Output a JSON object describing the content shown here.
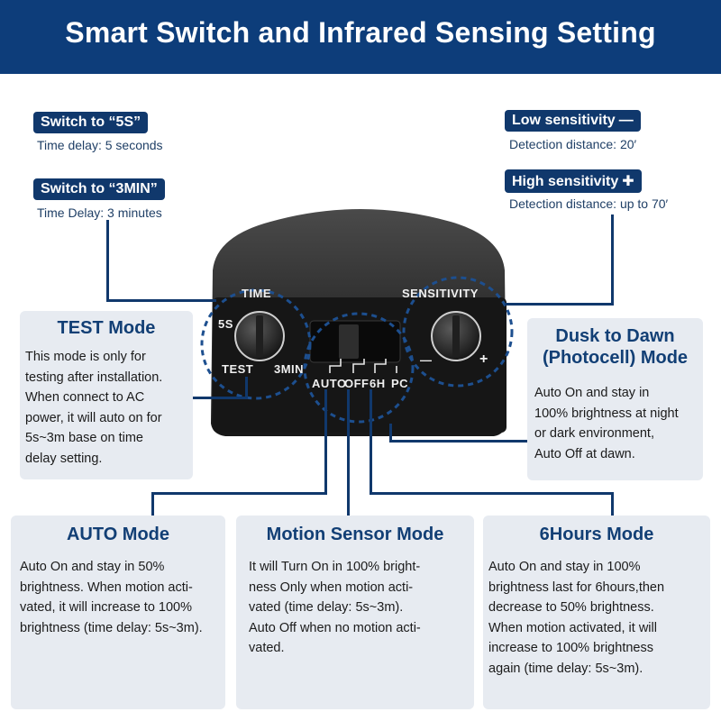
{
  "header": {
    "title": "Smart Switch and Infrared Sensing Setting"
  },
  "time_notes": [
    {
      "label": "Switch to “5S”",
      "detail": "Time delay:  5 seconds"
    },
    {
      "label": "Switch to “3MIN”",
      "detail": "Time Delay:  3 minutes"
    }
  ],
  "sensitivity_notes": [
    {
      "label": "Low sensitivity",
      "sign": "—",
      "detail": "Detection distance: 20′"
    },
    {
      "label": "High sensitivity",
      "sign": "✚",
      "detail": "Detection distance: up to 70′"
    }
  ],
  "device": {
    "time_label": "TIME",
    "sensitivity_label": "SENSITIVITY",
    "knob_5s": "5S",
    "knob_test": "TEST",
    "knob_3min": "3MIN",
    "minus": "—",
    "plus": "+",
    "mode_auto": "AUTO",
    "mode_off": "OFF",
    "mode_6h": "6H",
    "mode_pc": "PC"
  },
  "modes": {
    "test": {
      "title": "TEST Mode",
      "text": [
        "This mode is only for",
        "testing after installation.",
        "When connect to AC",
        "power, it will auto on for",
        "5s~3m base on time",
        "delay setting."
      ]
    },
    "dusk": {
      "title_lines": [
        "Dusk to Dawn",
        "(Photocell) Mode"
      ],
      "text": [
        "Auto On and stay in",
        "100% brightness at night",
        "or dark environment,",
        "Auto Off at dawn."
      ]
    },
    "auto": {
      "title": "AUTO Mode",
      "text": [
        "Auto On and stay in 50%",
        "brightness. When motion acti-",
        "vated, it will increase to 100%",
        "brightness (time delay: 5s~3m)."
      ]
    },
    "motion": {
      "title": "Motion Sensor Mode",
      "text": [
        "It will Turn On in 100% bright-",
        "ness Only when motion acti-",
        "vated (time delay: 5s~3m).",
        "Auto Off when no motion acti-",
        "vated."
      ]
    },
    "six_hours": {
      "title": "6Hours Mode",
      "text": [
        "Auto On and stay in 100%",
        "brightness last for 6hours,then",
        "decrease to 50% brightness.",
        "When motion activated, it will",
        "increase to 100% brightness",
        "again (time delay: 5s~3m)."
      ]
    }
  },
  "colors": {
    "banner": "#0d3d7a",
    "pill": "#10386c",
    "box": "#e7ebf1",
    "title": "#123f75"
  }
}
